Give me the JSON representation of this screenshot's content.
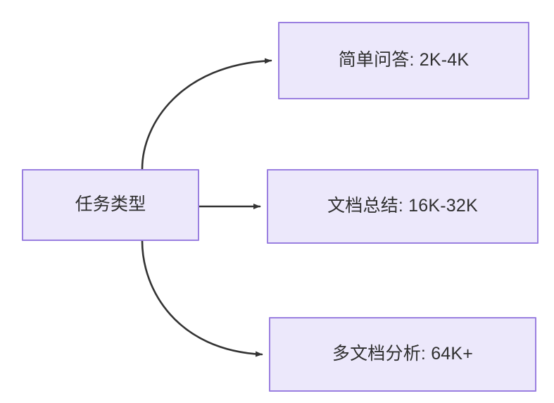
{
  "diagram": {
    "title": "任务类型",
    "type": "flowchart",
    "direction": "left-to-right",
    "background_color": "#ffffff",
    "node_fill_color": "#ECE8FB",
    "node_border_color": "#9A7FE0",
    "node_text_color": "#2f2f2f",
    "edge_color": "#333333",
    "nodes": [
      {
        "id": "root",
        "label": "任务类型",
        "role": "source"
      },
      {
        "id": "simple",
        "label": "简单问答: 2K-4K",
        "role": "target"
      },
      {
        "id": "summary",
        "label": "文档总结: 16K-32K",
        "role": "target"
      },
      {
        "id": "multidoc",
        "label": "多文档分析: 64K+",
        "role": "target"
      }
    ],
    "edges": [
      {
        "id": "edge-root-simple",
        "from": "root",
        "to": "simple",
        "style": "curved",
        "arrowhead": "filled-triangle"
      },
      {
        "id": "edge-root-summary",
        "from": "root",
        "to": "summary",
        "style": "straight",
        "arrowhead": "filled-triangle"
      },
      {
        "id": "edge-root-multidoc",
        "from": "root",
        "to": "multidoc",
        "style": "curved",
        "arrowhead": "filled-triangle"
      }
    ]
  }
}
